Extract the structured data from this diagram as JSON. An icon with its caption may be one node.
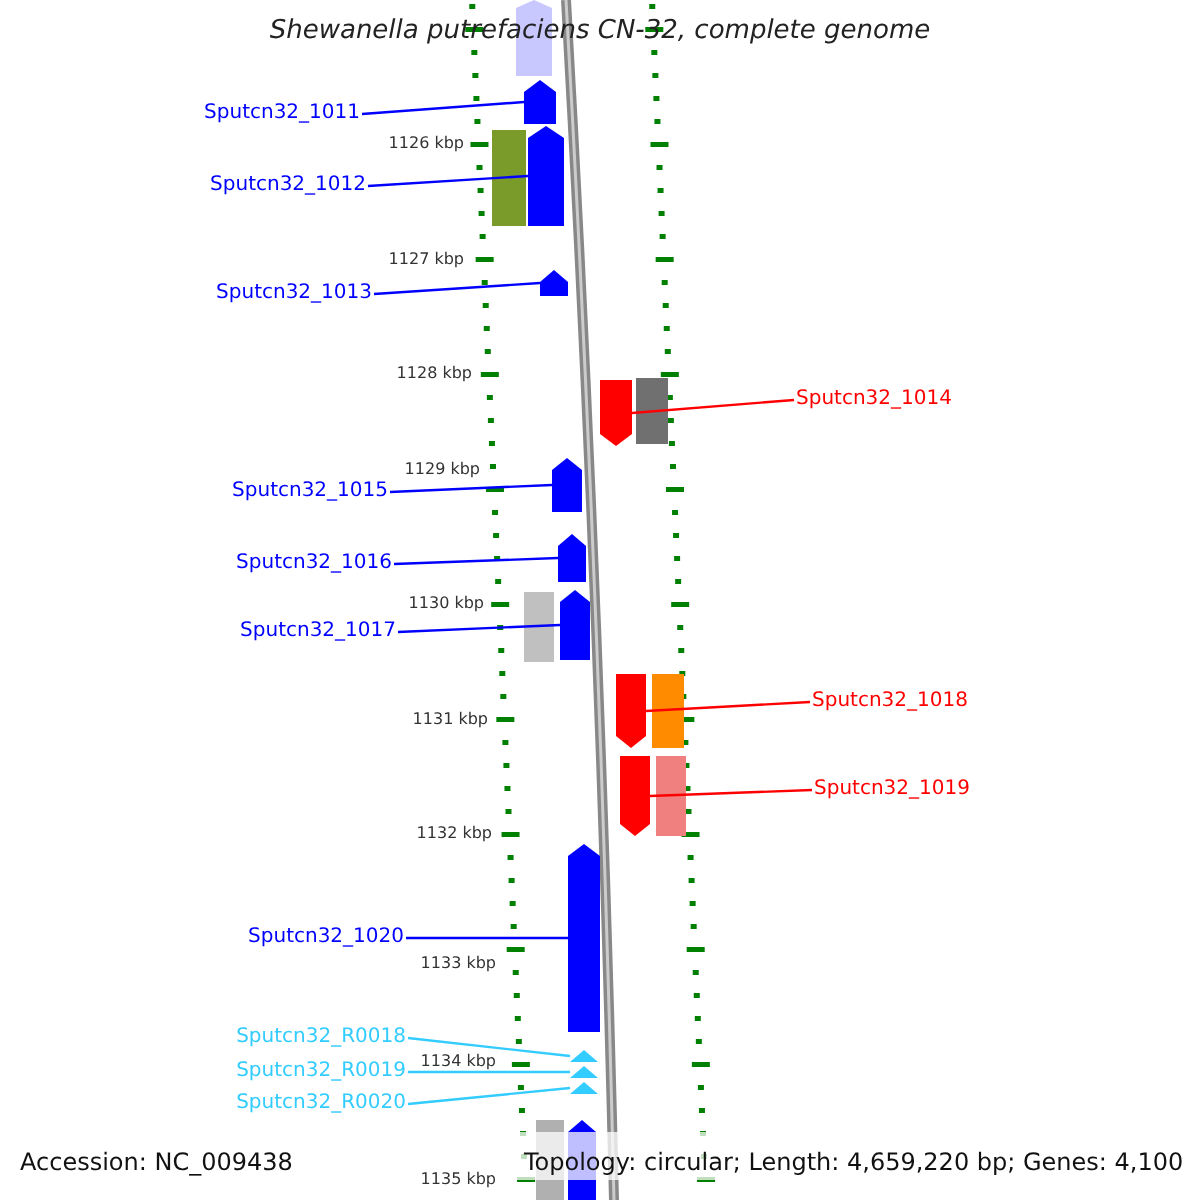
{
  "diagram": {
    "title": "Shewanella putrefaciens CN-32, complete genome",
    "nodes": [
      {
        "text": [
          "Sputcn32_1011"
        ]
      },
      {
        "text": [],
        "shape": "arrow"
      },
      {
        "text": [
          "Sputcn32_1012"
        ]
      },
      {
        "text": [],
        "shape": "arrow"
      },
      {
        "text": [
          "Sputcn32_1013"
        ]
      },
      {
        "text": [],
        "shape": "arrow"
      },
      {
        "text": [
          "Sputcn32_1014"
        ]
      },
      {
        "text": [],
        "shape": "arrow"
      },
      {
        "text": [
          "Sputcn32_1015"
        ]
      },
      {
        "text": [],
        "shape": "arrow"
      },
      {
        "text": [
          "Sputcn32_1016"
        ]
      },
      {
        "text": [],
        "shape": "arrow"
      },
      {
        "text": [
          "Sputcn32_1017"
        ]
      },
      {
        "text": [],
        "shape": "arrow"
      },
      {
        "text": [
          "Sputcn32_1018"
        ]
      },
      {
        "text": [],
        "shape": "arrow"
      },
      {
        "text": [
          "Sputcn32_1019"
        ]
      },
      {
        "text": [],
        "shape": "arrow"
      },
      {
        "text": [
          "Sputcn32_1020"
        ]
      },
      {
        "text": [],
        "shape": "arrow"
      },
      {
        "text": [
          "Sputcn32_R0018"
        ]
      },
      {
        "text": [],
        "shape": "arrow"
      },
      {
        "text": [
          "Sputcn32_R0019"
        ]
      },
      {
        "text": [],
        "shape": "arrow"
      },
      {
        "text": [
          "Sputcn32_R0020"
        ]
      },
      {
        "text": [],
        "shape": "arrow"
      }
    ],
    "edges": [
      {
        "from": 0,
        "to": 1,
        "arrow": "none"
      },
      {
        "from": 2,
        "to": 3,
        "arrow": "none"
      },
      {
        "from": 4,
        "to": 5,
        "arrow": "none"
      },
      {
        "from": 6,
        "to": 7,
        "arrow": "none",
        "color": "#ff0000"
      },
      {
        "from": 8,
        "to": 9,
        "arrow": "none"
      },
      {
        "from": 10,
        "to": 11,
        "arrow": "none"
      },
      {
        "from": 12,
        "to": 13,
        "arrow": "none"
      },
      {
        "from": 14,
        "to": 15,
        "arrow": "none",
        "color": "#ff0000"
      },
      {
        "from": 16,
        "to": 17,
        "arrow": "none",
        "color": "#ff0000"
      },
      {
        "from": 18,
        "to": 19,
        "arrow": "none"
      },
      {
        "from": 20,
        "to": 21,
        "arrow": "none",
        "color": "#33ccff"
      },
      {
        "from": 22,
        "to": 23,
        "arrow": "none",
        "color": "#33ccff"
      },
      {
        "from": 24,
        "to": 25,
        "arrow": "none",
        "color": "#33ccff"
      }
    ],
    "labels": [
      "1126 kbp",
      "1127 kbp",
      "1128 kbp",
      "1129 kbp",
      "1130 kbp",
      "1131 kbp",
      "1132 kbp",
      "1133 kbp",
      "1134 kbp",
      "1135 kbp",
      "Accession: NC_009438",
      "Topology: circular; Length: 4,659,220 bp; Genes: 4,100"
    ]
  }
}
